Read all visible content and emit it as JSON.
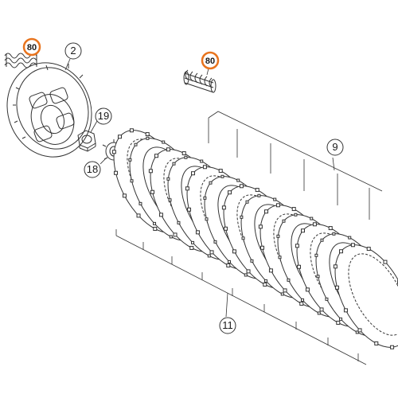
{
  "diagram": {
    "callouts": [
      {
        "id": "80a",
        "label": "80",
        "highlighted": true
      },
      {
        "id": "2",
        "label": "2",
        "highlighted": false
      },
      {
        "id": "80b",
        "label": "80",
        "highlighted": true
      },
      {
        "id": "19",
        "label": "19",
        "highlighted": false
      },
      {
        "id": "18",
        "label": "18",
        "highlighted": false
      },
      {
        "id": "9",
        "label": "9",
        "highlighted": false
      },
      {
        "id": "11",
        "label": "11",
        "highlighted": false
      }
    ],
    "colors": {
      "line": "#333333",
      "highlight": "#e8741e",
      "background": "#ffffff"
    }
  }
}
